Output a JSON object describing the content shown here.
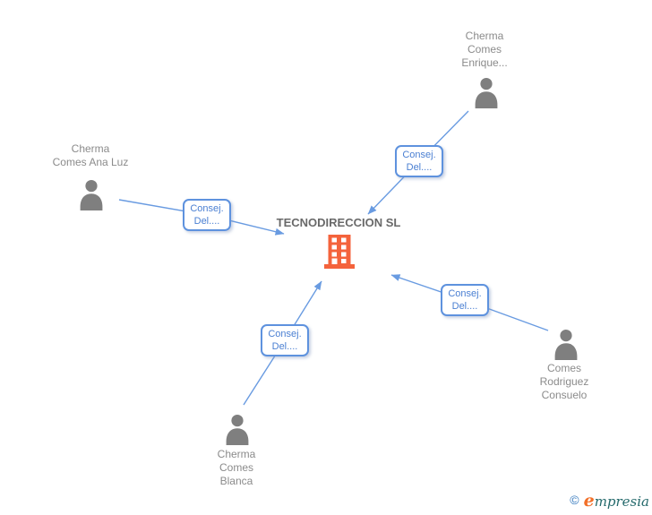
{
  "company": {
    "name": "TECNODIRECCION SL"
  },
  "people": {
    "ana_luz": {
      "lines": [
        "Cherma",
        "Comes Ana Luz"
      ]
    },
    "enrique": {
      "lines": [
        "Cherma",
        "Comes",
        "Enrique..."
      ]
    },
    "blanca": {
      "lines": [
        "Cherma",
        "Comes",
        "Blanca"
      ]
    },
    "consuelo": {
      "lines": [
        "Comes",
        "Rodriguez",
        "Consuelo"
      ]
    }
  },
  "edges": [
    {
      "from": "Cherma Comes Ana Luz",
      "to": "TECNODIRECCION SL",
      "label_lines": [
        "Consej.",
        "Del...."
      ]
    },
    {
      "from": "Cherma Comes Enrique...",
      "to": "TECNODIRECCION SL",
      "label_lines": [
        "Consej.",
        "Del...."
      ]
    },
    {
      "from": "Cherma Comes Blanca",
      "to": "TECNODIRECCION SL",
      "label_lines": [
        "Consej.",
        "Del...."
      ]
    },
    {
      "from": "Comes Rodriguez Consuelo",
      "to": "TECNODIRECCION SL",
      "label_lines": [
        "Consej.",
        "Del...."
      ]
    }
  ],
  "footer": {
    "copyright_symbol": "©",
    "logo_first_letter": "e",
    "logo_rest": "mpresia"
  },
  "colors": {
    "edge_blue": "#699BE1",
    "edge_label_text": "#4A7FD2",
    "edge_label_border": "#5E92DE",
    "person_gray": "#7F7F7F",
    "building_orange": "#F4633C",
    "name_text": "#8B8B8B",
    "company_title": "#696969",
    "logo_copyright": "#3579BE",
    "logo_e_orange": "#F26F28",
    "logo_teal": "#256A6C"
  }
}
